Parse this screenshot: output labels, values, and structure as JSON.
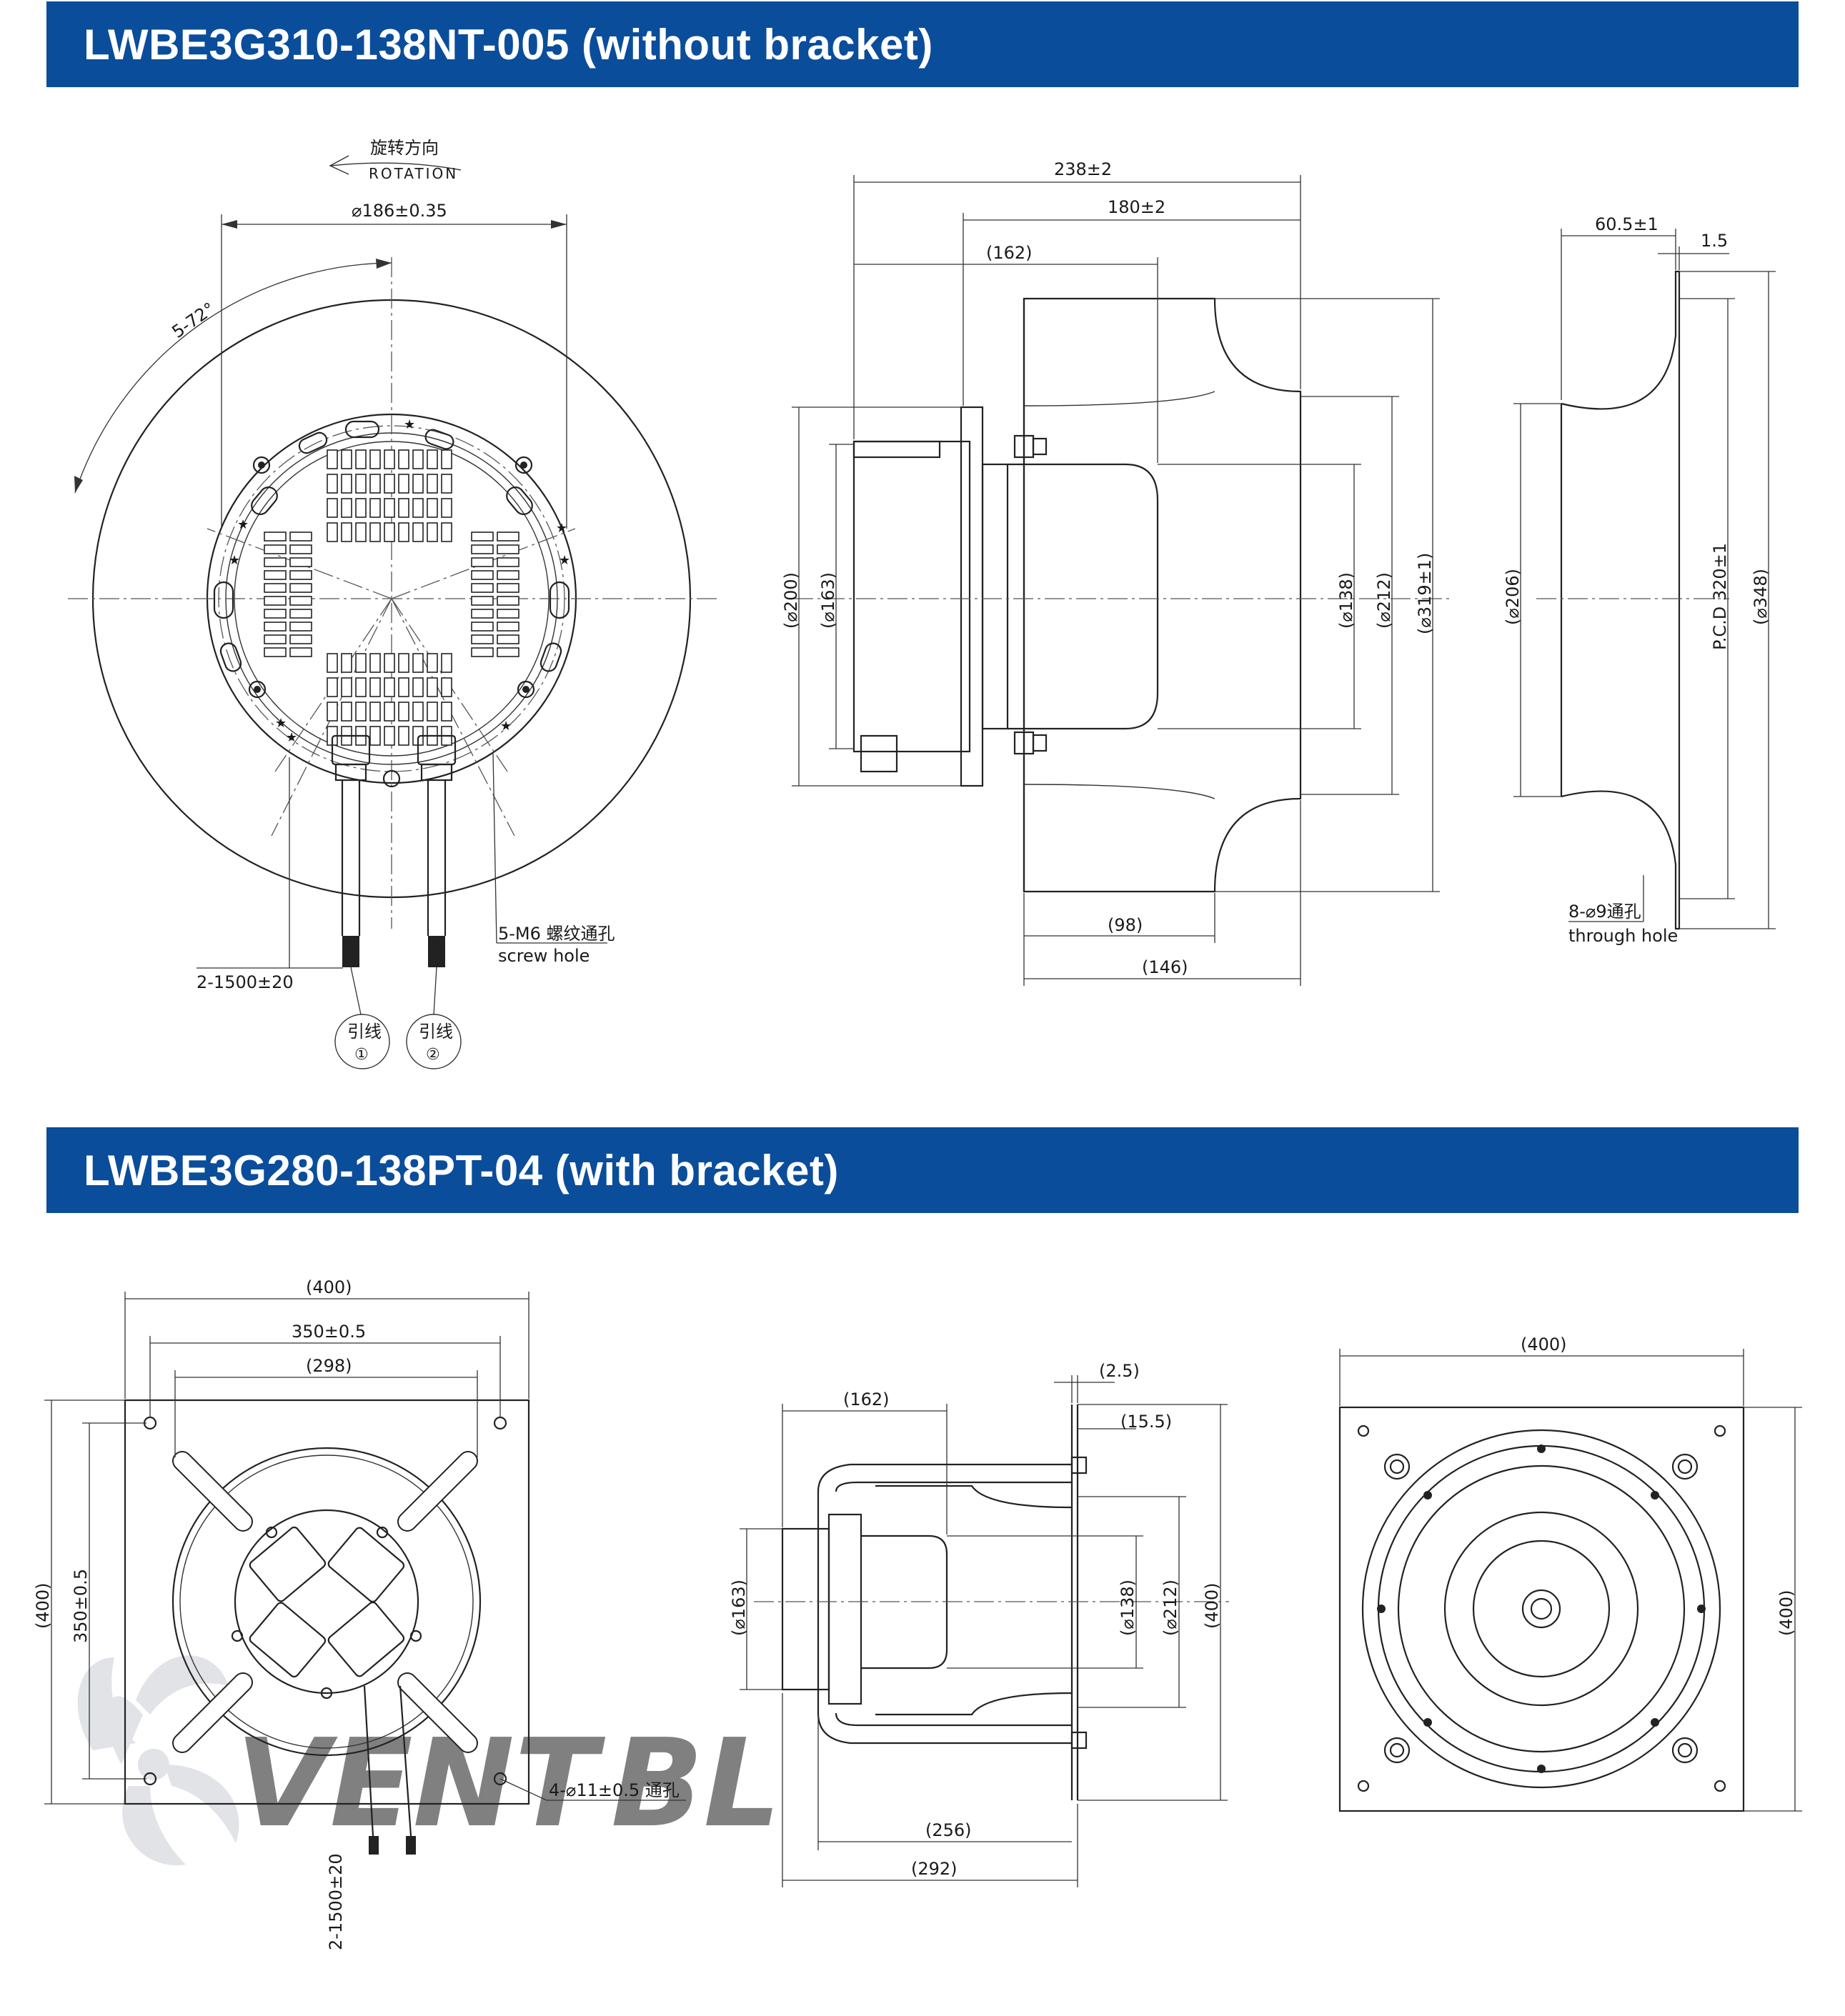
{
  "colors": {
    "banner": "#0a4d9b",
    "watermark": "#c9cdd2",
    "watermark_accent": "#bcd7f0"
  },
  "section1": {
    "title": "LWBE3G310-138NT-005 (without bracket)",
    "front": {
      "rotation_cn": "旋转方向",
      "rotation_en": "ROTATION",
      "dia_186": "⌀186±0.35",
      "angle": "5-72°",
      "screw_cn": "5-M6 螺纹通孔",
      "screw_en": "screw hole",
      "cable": "2-1500±20",
      "lead_label": "引线",
      "lead1": "①",
      "lead2": "②"
    },
    "side": {
      "d238": "238±2",
      "d180": "180±2",
      "d162": "(162)",
      "d200": "(⌀200)",
      "d163": "(⌀163)",
      "d138": "(⌀138)",
      "d212": "(⌀212)",
      "d319": "(⌀319±1)",
      "d98": "(98)",
      "d146": "(146)"
    },
    "ring": {
      "d605": "60.5±1",
      "d15": "1.5",
      "d206": "(⌀206)",
      "pcd": "P.C.D 320±1",
      "d348": "(⌀348)",
      "holes_cn": "8-⌀9通孔",
      "holes_en": "through hole"
    }
  },
  "section2": {
    "title": "LWBE3G280-138PT-04 (with bracket)",
    "front": {
      "d400": "(400)",
      "d350": "350±0.5",
      "d298": "(298)",
      "v400": "(400)",
      "v350": "350±0.5",
      "holes": "4-⌀11±0.5 通孔",
      "cable": "2-1500±20"
    },
    "side": {
      "d162": "(162)",
      "d25": "(2.5)",
      "d155": "(15.5)",
      "d163": "(⌀163)",
      "d138": "(⌀138)",
      "d212": "(⌀212)",
      "d400": "(400)",
      "d256": "(256)",
      "d292": "(292)"
    },
    "back": {
      "d400": "(400)",
      "v400": "(400)"
    }
  },
  "watermark": {
    "text_main": "VENT",
    "text_accent": "BL"
  }
}
